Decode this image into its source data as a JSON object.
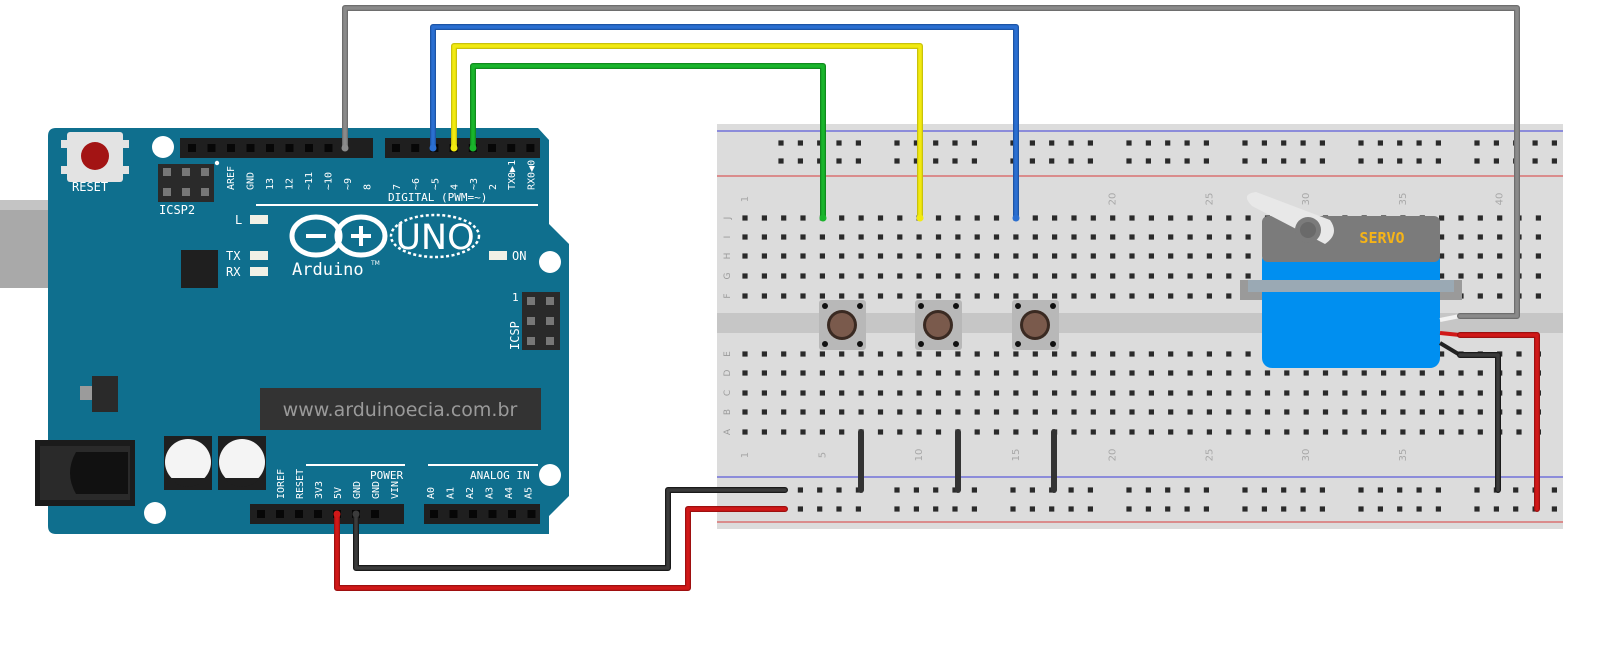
{
  "board": {
    "reset_label": "RESET",
    "icsp2_label": "ICSP2",
    "icsp_label": "ICSP",
    "brand": "Arduino",
    "trademark": "TM",
    "model": "UNO",
    "led_l": "L",
    "led_tx": "TX",
    "led_rx": "RX",
    "led_on": "ON",
    "icsp_pin1": "1",
    "digital_header_label": "DIGITAL (PWM=~)",
    "power_header_label": "POWER",
    "analog_header_label": "ANALOG IN",
    "chip_text": "www.arduinoecia.com.br",
    "digital_pins_left": [
      "AREF",
      "GND",
      "13",
      "12",
      "~11",
      "~10",
      "~9",
      "8"
    ],
    "digital_pins_right": [
      "7",
      "~6",
      "~5",
      "4",
      "~3",
      "2",
      "TX0▶1",
      "RX0◀0"
    ],
    "power_pins": [
      "IOREF",
      "RESET",
      "3V3",
      "5V",
      "GND",
      "GND",
      "VIN"
    ],
    "analog_pins": [
      "A0",
      "A1",
      "A2",
      "A3",
      "A4",
      "A5"
    ]
  },
  "breadboard": {
    "row_letters_top": [
      "J",
      "I",
      "H",
      "G",
      "F"
    ],
    "row_letters_bottom": [
      "E",
      "D",
      "C",
      "B",
      "A"
    ],
    "column_numbers_top": [
      "1",
      "20",
      "25",
      "30",
      "35",
      "40"
    ],
    "column_numbers_bottom": [
      "1",
      "5",
      "10",
      "15",
      "20",
      "25",
      "30",
      "35"
    ]
  },
  "servo": {
    "label": "SERVO"
  },
  "buttons": {
    "count": 3
  },
  "wires": [
    {
      "name": "gray",
      "color": "#8a8a8a"
    },
    {
      "name": "blue",
      "color": "#2b6fd1"
    },
    {
      "name": "yellow",
      "color": "#f2ea10"
    },
    {
      "name": "green",
      "color": "#19b52b"
    },
    {
      "name": "red",
      "color": "#d01818"
    },
    {
      "name": "black",
      "color": "#333333"
    }
  ],
  "colors": {
    "board": "#0f6f8e",
    "servo": "#008ff0",
    "servo_label": "#f6b417",
    "breadboard": "#dcdcdc"
  }
}
